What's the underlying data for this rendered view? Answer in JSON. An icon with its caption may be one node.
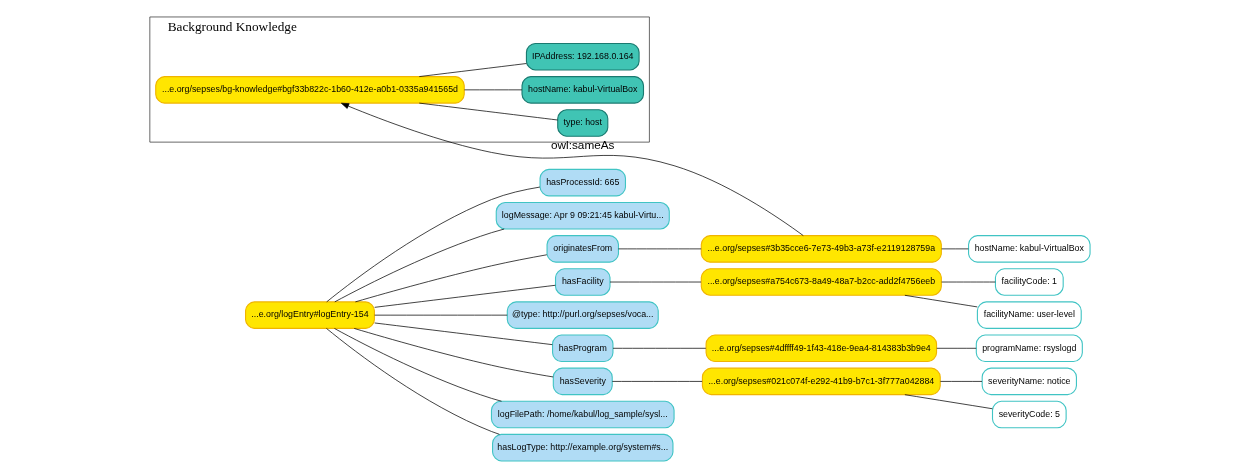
{
  "diagram": {
    "nodes": [
      {
        "text": [
          "Background Knowledge"
        ]
      },
      {
        "text": [
          "...e.org/sepses/bg-knowledge#bgf33b822c-1b60-412e-a0b1-0335a941565d"
        ],
        "in": 0
      },
      {
        "text": [
          "type: host"
        ],
        "in": 0
      },
      {
        "text": [
          "hostName: kabul-VirtualBox"
        ],
        "in": 0
      },
      {
        "text": [
          "IPAddress: 192.168.0.164"
        ],
        "in": 0
      },
      {
        "text": [
          "...e.org/logEntry#logEntry-154"
        ]
      },
      {
        "text": [
          "hasProcessId: 665"
        ]
      },
      {
        "text": [
          "logMessage: Apr 9 09:21:45 kabul-Virtu..."
        ]
      },
      {
        "text": [
          "originatesFrom"
        ]
      },
      {
        "text": [
          "hasFacility"
        ]
      },
      {
        "text": [
          "@type: http://purl.org/sepses/voca..."
        ]
      },
      {
        "text": [
          "hasProgram"
        ]
      },
      {
        "text": [
          "hasSeverity"
        ]
      },
      {
        "text": [
          "logFilePath: /home/kabul/log_sample/sysl..."
        ]
      },
      {
        "text": [
          "hasLogType: http://example.org/system#s..."
        ]
      },
      {
        "text": [
          "...e.org/sepses#3b35cce6-7e73-49b3-a73f-e2119128759a"
        ]
      },
      {
        "text": [
          "...e.org/sepses#a754c673-8a49-48a7-b2cc-add2f4756eeb"
        ]
      },
      {
        "text": [
          "...e.org/sepses#4dffff49-1f43-418e-9ea4-814383b3b9e4"
        ]
      },
      {
        "text": [
          "...e.org/sepses#021c074f-e292-41b9-b7c1-3f777a042884"
        ]
      },
      {
        "text": [
          "hostName: kabul-VirtualBox"
        ]
      },
      {
        "text": [
          "facilityCode: 1"
        ]
      },
      {
        "text": [
          "facilityName: user-level"
        ]
      },
      {
        "text": [
          "programName: rsyslogd"
        ]
      },
      {
        "text": [
          "severityName: notice"
        ]
      },
      {
        "text": [
          "severityCode: 5"
        ]
      }
    ],
    "edges": [
      {
        "from": 1,
        "to": 2,
        "arrow": "none"
      },
      {
        "from": 1,
        "to": 3,
        "arrow": "none"
      },
      {
        "from": 1,
        "to": 4,
        "arrow": "none"
      },
      {
        "from": 5,
        "to": 6,
        "arrow": "none"
      },
      {
        "from": 5,
        "to": 7,
        "arrow": "none"
      },
      {
        "from": 5,
        "to": 8,
        "arrow": "none"
      },
      {
        "from": 5,
        "to": 9,
        "arrow": "none"
      },
      {
        "from": 5,
        "to": 10,
        "arrow": "none"
      },
      {
        "from": 5,
        "to": 11,
        "arrow": "none"
      },
      {
        "from": 5,
        "to": 12,
        "arrow": "none"
      },
      {
        "from": 5,
        "to": 13,
        "arrow": "none"
      },
      {
        "from": 5,
        "to": 14,
        "arrow": "none"
      },
      {
        "from": 8,
        "to": 15,
        "arrow": "none"
      },
      {
        "from": 9,
        "to": 16,
        "arrow": "none"
      },
      {
        "from": 11,
        "to": 17,
        "arrow": "none"
      },
      {
        "from": 12,
        "to": 18,
        "arrow": "none"
      },
      {
        "from": 15,
        "to": 19,
        "arrow": "none"
      },
      {
        "from": 16,
        "to": 20,
        "arrow": "none"
      },
      {
        "from": 16,
        "to": 21,
        "arrow": "none"
      },
      {
        "from": 17,
        "to": 22,
        "arrow": "none"
      },
      {
        "from": 18,
        "to": 23,
        "arrow": "none"
      },
      {
        "from": 18,
        "to": 24,
        "arrow": "none"
      },
      {
        "from": 15,
        "to": 1,
        "arrow": "to",
        "label": "owl:sameAs"
      }
    ]
  }
}
